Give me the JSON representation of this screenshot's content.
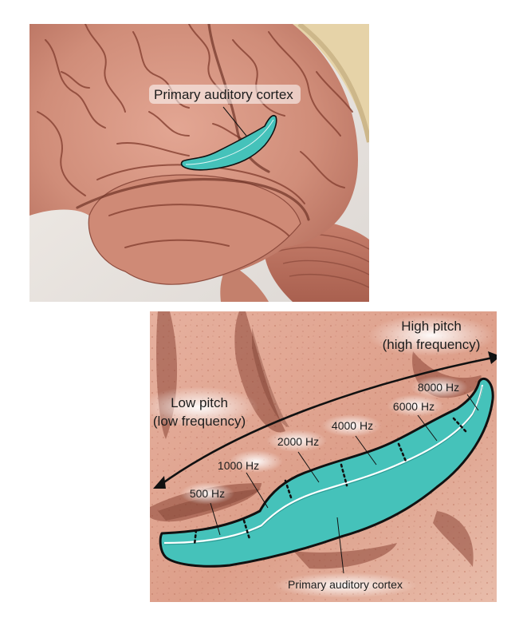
{
  "top_panel": {
    "label": "Primary auditory cortex"
  },
  "bottom_panel": {
    "high_pitch": {
      "line1": "High pitch",
      "line2": "(high frequency)"
    },
    "low_pitch": {
      "line1": "Low pitch",
      "line2": "(low frequency)"
    },
    "frequencies": [
      "500 Hz",
      "1000 Hz",
      "2000 Hz",
      "4000 Hz",
      "6000 Hz",
      "8000 Hz"
    ],
    "cortex_label": "Primary auditory cortex"
  },
  "colors": {
    "cortex_fill": "#45c2ba",
    "brain_tissue": "#d4917e",
    "brain_shadow": "#9a5648",
    "outline": "#111111"
  }
}
